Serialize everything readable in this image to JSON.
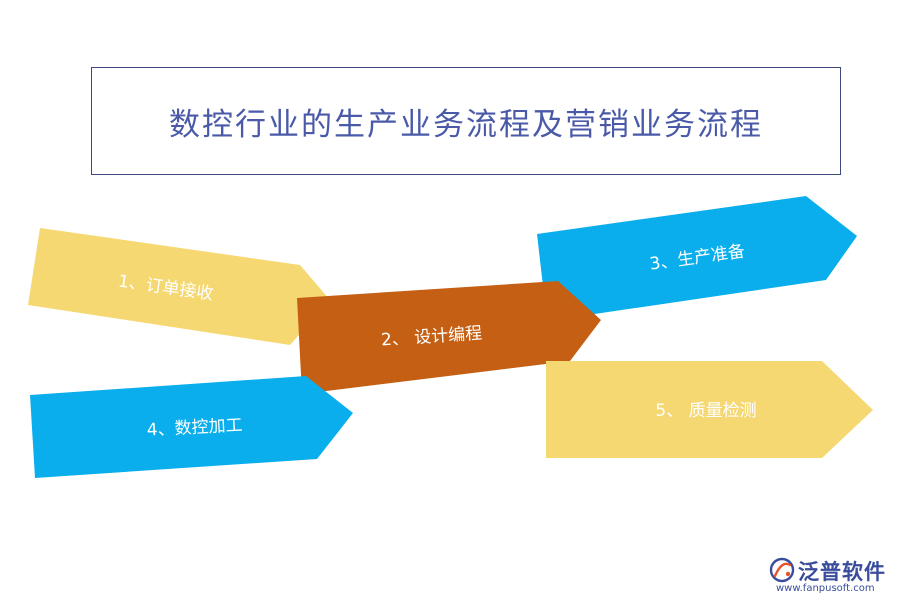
{
  "title": "数控行业的生产业务流程及营销业务流程",
  "steps": [
    {
      "id": "step-1",
      "label": "1、订单接收",
      "color": "#f6d873"
    },
    {
      "id": "step-2",
      "label": "2、 设计编程",
      "color": "#c55f14"
    },
    {
      "id": "step-3",
      "label": "3、生产准备",
      "color": "#0aaeec"
    },
    {
      "id": "step-4",
      "label": "4、数控加工",
      "color": "#0aaeec"
    },
    {
      "id": "step-5",
      "label": "5、 质量检测",
      "color": "#f6d873"
    }
  ],
  "logo": {
    "name": "泛普软件",
    "url": "www.fanpusoft.com",
    "color": "#3a4d9c"
  }
}
